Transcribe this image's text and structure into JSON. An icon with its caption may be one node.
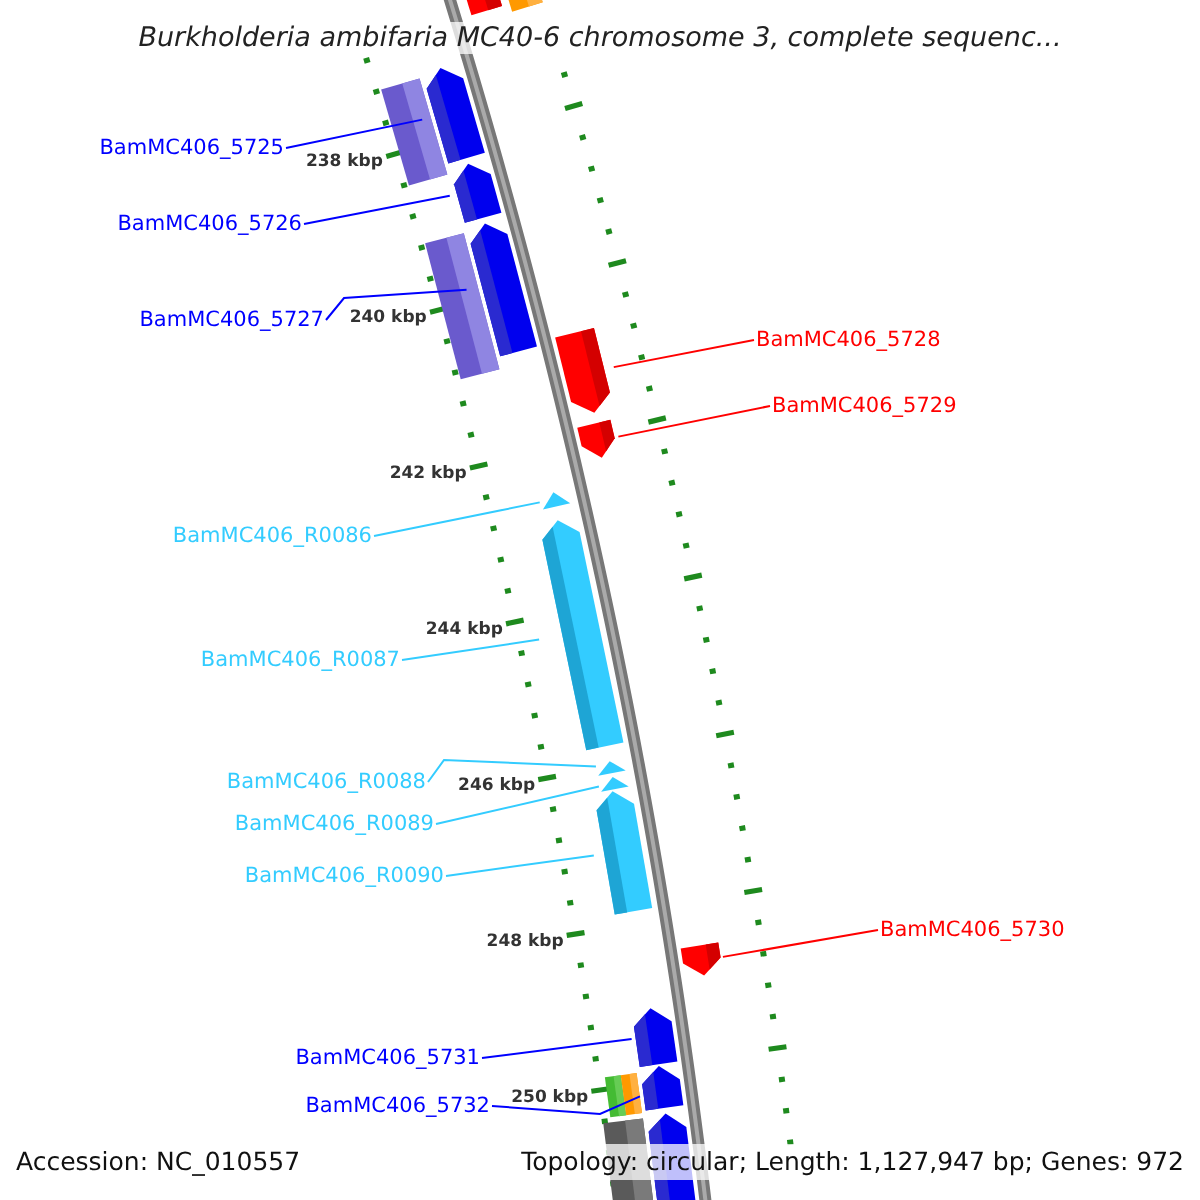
{
  "diagram": {
    "title": "Burkholderia ambifaria MC40-6 chromosome 3, complete sequenc...",
    "nodes": [
      {
        "text": [],
        "shape": "bar"
      },
      {
        "text": [],
        "shape": "bar"
      },
      {
        "text": [],
        "shape": "bar"
      },
      {
        "text": [],
        "shape": "pentagon"
      },
      {
        "text": [
          "BamMC406_5725"
        ]
      },
      {
        "text": [],
        "shape": "pentagon"
      },
      {
        "text": [
          "BamMC406_5726"
        ]
      },
      {
        "text": [],
        "shape": "bar"
      },
      {
        "text": [],
        "shape": "pentagon"
      },
      {
        "text": [
          "BamMC406_5727"
        ]
      },
      {
        "text": [],
        "shape": "pentagon"
      },
      {
        "text": [
          "BamMC406_5728"
        ]
      },
      {
        "text": [
          "BamMC406_5729"
        ]
      },
      {
        "text": [],
        "shape": "pentagon"
      },
      {
        "text": [],
        "shape": "triangle"
      },
      {
        "text": [
          "BamMC406_R0086"
        ]
      },
      {
        "text": [],
        "shape": "pentagon"
      },
      {
        "text": [
          "BamMC406_R0087"
        ]
      },
      {
        "text": [
          "BamMC406_R0088"
        ]
      },
      {
        "text": [],
        "shape": "triangle"
      },
      {
        "text": [
          "BamMC406_R0089"
        ]
      },
      {
        "text": [],
        "shape": "triangle"
      },
      {
        "text": [],
        "shape": "pentagon"
      },
      {
        "text": [
          "BamMC406_R0090"
        ]
      },
      {
        "text": [],
        "shape": "pentagon"
      },
      {
        "text": [
          "BamMC406_5730"
        ]
      },
      {
        "text": [],
        "shape": "pentagon"
      },
      {
        "text": [
          "BamMC406_5731"
        ]
      },
      {
        "text": [
          "BamMC406_5732"
        ]
      },
      {
        "text": [],
        "shape": "bar"
      },
      {
        "text": [],
        "shape": "bar"
      },
      {
        "text": [],
        "shape": "pentagon"
      },
      {
        "text": [],
        "shape": "bar"
      },
      {
        "text": [],
        "shape": "pentagon"
      }
    ],
    "edges": [
      {
        "from": 4,
        "to": 3,
        "arrow": "none",
        "color": "#0000ff"
      },
      {
        "from": 6,
        "to": 5,
        "arrow": "none",
        "color": "#0000ff"
      },
      {
        "from": 9,
        "to": 8,
        "arrow": "none",
        "color": "#0000ff"
      },
      {
        "from": 11,
        "to": 10,
        "arrow": "none",
        "color": "#ff0000"
      },
      {
        "from": 12,
        "to": 13,
        "arrow": "none",
        "color": "#ff0000"
      },
      {
        "from": 15,
        "to": 14,
        "arrow": "none",
        "color": "#33ccff"
      },
      {
        "from": 17,
        "to": 16,
        "arrow": "none",
        "color": "#33ccff"
      },
      {
        "from": 18,
        "to": 19,
        "arrow": "none",
        "color": "#33ccff"
      },
      {
        "from": 20,
        "to": 21,
        "arrow": "none",
        "color": "#33ccff"
      },
      {
        "from": 23,
        "to": 22,
        "arrow": "none",
        "color": "#33ccff"
      },
      {
        "from": 25,
        "to": 24,
        "arrow": "none",
        "color": "#ff0000"
      },
      {
        "from": 27,
        "to": 26,
        "arrow": "none",
        "color": "#0000ff"
      },
      {
        "from": 28,
        "to": 31,
        "arrow": "none",
        "color": "#0000ff"
      }
    ],
    "labels": [
      "238 kbp",
      "240 kbp",
      "242 kbp",
      "244 kbp",
      "246 kbp",
      "248 kbp",
      "250 kbp",
      "Accession: NC_010557",
      "Topology: circular; Length: 1,127,947 bp; Genes: 972"
    ]
  }
}
